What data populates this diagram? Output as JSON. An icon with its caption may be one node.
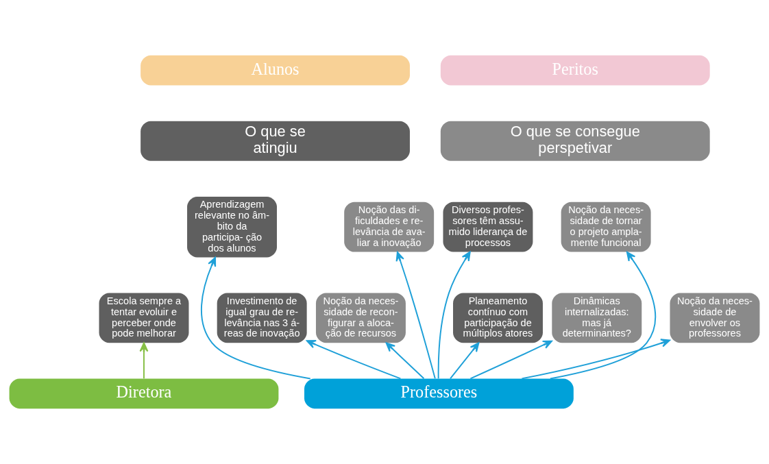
{
  "diagram": {
    "nodes": [
      {
        "text": [
          "Alunos"
        ]
      },
      {
        "text": [
          "Peritos"
        ]
      },
      {
        "text": [
          "O que se atingiu"
        ]
      },
      {
        "text": [
          "O que se consegue perspetivar"
        ]
      },
      {
        "text": [
          "Diversos profes- sores têm assu- mido liderança de processos"
        ]
      },
      {
        "text": [
          "Aprendizagem relevante no âm- bito da participa- ção dos alunos"
        ]
      },
      {
        "text": [
          "Planeamento contínuo com participação de múltiplos atores"
        ]
      },
      {
        "text": [
          "Investimento de igual grau de re- levância nas 3 á- reas de inovação"
        ]
      },
      {
        "text": [
          "Escola sempre a tentar evoluir e perceber onde pode melhorar"
        ]
      },
      {
        "text": [
          "Noção das di- ficuldades e re- levância de ava- liar a inovação"
        ]
      },
      {
        "text": [
          "Noção da neces- sidade de tornar o projeto ampla- mente funcional"
        ]
      },
      {
        "text": [
          "Noção da neces- sidade de recon- figurar a aloca- ção de recursos"
        ]
      },
      {
        "text": [
          "Noção da neces- sidade de envolver os professores"
        ]
      },
      {
        "text": [
          "Dinâmicas internalizadas: mas já determinantes?"
        ]
      },
      {
        "text": [
          "Professores"
        ]
      },
      {
        "text": [
          "Diretora"
        ]
      }
    ],
    "edges": [
      {
        "from": 14,
        "to": 4,
        "arrow": "to"
      },
      {
        "from": 14,
        "to": 6,
        "arrow": "to"
      },
      {
        "from": 14,
        "to": 7,
        "arrow": "to"
      },
      {
        "from": 14,
        "to": 5,
        "arrow": "to"
      },
      {
        "from": 14,
        "to": 9,
        "arrow": "to"
      },
      {
        "from": 14,
        "to": 11,
        "arrow": "to"
      },
      {
        "from": 14,
        "to": 10,
        "arrow": "to"
      },
      {
        "from": 14,
        "to": 12,
        "arrow": "to"
      },
      {
        "from": 14,
        "to": 13,
        "arrow": "to"
      },
      {
        "from": 15,
        "to": 8,
        "arrow": "to",
        "color": "#86bf45"
      }
    ]
  }
}
